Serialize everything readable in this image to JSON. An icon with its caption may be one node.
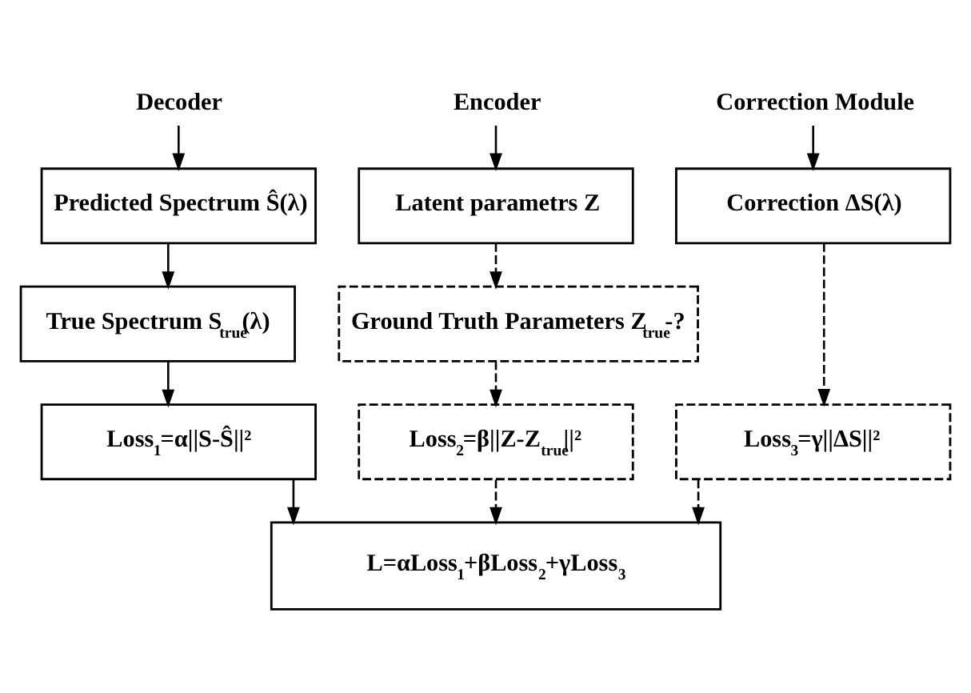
{
  "diagram": {
    "nodes": [
      {
        "text": [
          "Decoder"
        ]
      },
      {
        "text": [
          "Encoder"
        ]
      },
      {
        "text": [
          "Correction Module"
        ]
      },
      {
        "text": [
          "Predicted Spectrum Ŝ(λ)"
        ]
      },
      {
        "text": [
          "Latent parametrs Z"
        ]
      },
      {
        "text": [
          "Correction ΔS(λ)"
        ]
      },
      {
        "text": [
          "True Spectrum S$_{true}$(λ)"
        ]
      },
      {
        "text": [
          "Ground Truth Parameters Z$_{true}$-?"
        ]
      },
      {
        "text": [
          "Loss$_{1}$=α||S-Ŝ||²"
        ]
      },
      {
        "text": [
          "Loss$_{2}$=β||Z-Z$_{true}$||²"
        ]
      },
      {
        "text": [
          "Loss$_{3}$=γ||ΔS||²"
        ]
      },
      {
        "text": [
          "L=αLoss$_{1}$+βLoss$_{2}$+γLoss$_{3}$"
        ]
      }
    ],
    "edges": [
      {
        "from": 0,
        "to": 3,
        "arrow": "to"
      },
      {
        "from": 1,
        "to": 4,
        "arrow": "to"
      },
      {
        "from": 2,
        "to": 5,
        "arrow": "to"
      },
      {
        "from": 3,
        "to": 6,
        "arrow": "to"
      },
      {
        "from": 4,
        "to": 7,
        "arrow": "to",
        "style": "dashed"
      },
      {
        "from": 5,
        "to": 10,
        "arrow": "to",
        "style": "dashed"
      },
      {
        "from": 6,
        "to": 8,
        "arrow": "to"
      },
      {
        "from": 7,
        "to": 9,
        "arrow": "to",
        "style": "dashed"
      },
      {
        "from": 8,
        "to": 11,
        "arrow": "to"
      },
      {
        "from": 9,
        "to": 11,
        "arrow": "to",
        "style": "dashed"
      },
      {
        "from": 10,
        "to": 11,
        "arrow": "to",
        "style": "dashed"
      }
    ]
  }
}
